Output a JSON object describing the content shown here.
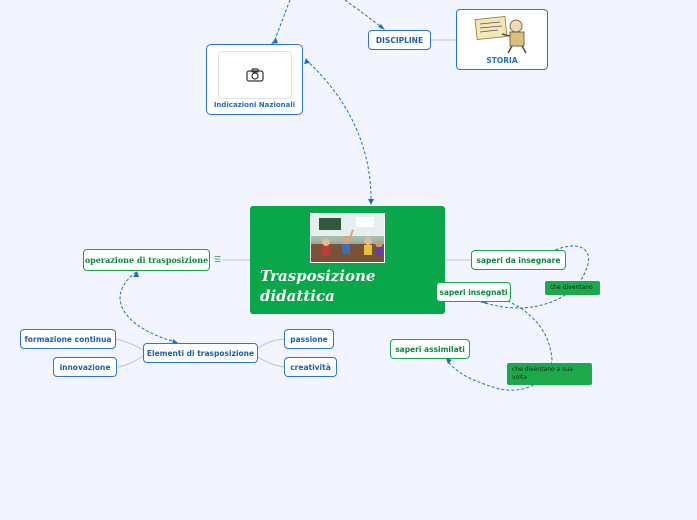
{
  "central": {
    "title": "Trasposizione didattica"
  },
  "nodes": {
    "indicazioni": "Indicazioni Nazionali",
    "discipline": "DISCIPLINE",
    "storia": "STORIA",
    "operazione": "operazione di trasposizione",
    "elementi": "Elementi di trasposizione",
    "formazione": "formazione continua",
    "innovazione": "innovazione",
    "passione": "passione",
    "creativita": "creatività",
    "saperi_da_insegnare": "saperi da insegnare",
    "saperi_insegnati": "saperi insegnati",
    "saperi_assimilati": "saperi assimilati"
  },
  "notes": {
    "che_diventano": "che diventano",
    "che_diventano_a_sua_volta": "che diventano a sua volta"
  },
  "icons": {
    "photo_placeholder": "camera-icon",
    "collapse": "hamburger-icon"
  },
  "colors": {
    "background": "#f2f5fd",
    "central": "#0aa74a",
    "blue_node": "#2d77c9",
    "green_node": "#1aa34a"
  }
}
